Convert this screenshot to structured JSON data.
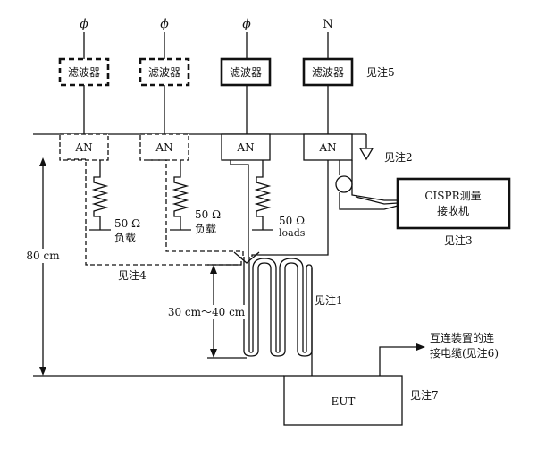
{
  "supply_labels": {
    "phase": "ϕ",
    "neutral": "N"
  },
  "filters": {
    "label": "滤波器",
    "note": "见注5"
  },
  "artificial_networks": {
    "label": "AN",
    "ground_note": "见注2"
  },
  "loads": {
    "value": "50 Ω",
    "label_cn": "负载",
    "label_en": "loads"
  },
  "receiver": {
    "line1": "CISPR测量",
    "line2": "接收机",
    "note": "见注3"
  },
  "notes": {
    "note4": "见注4",
    "note1": "见注1",
    "note7": "见注7"
  },
  "dimensions": {
    "height_total": "80 cm",
    "bundle_length": "30 cm～40 cm"
  },
  "eut": {
    "label": "EUT"
  },
  "interconnect": {
    "line1": "互连装置的连",
    "line2": "接电缆(见注6)"
  }
}
